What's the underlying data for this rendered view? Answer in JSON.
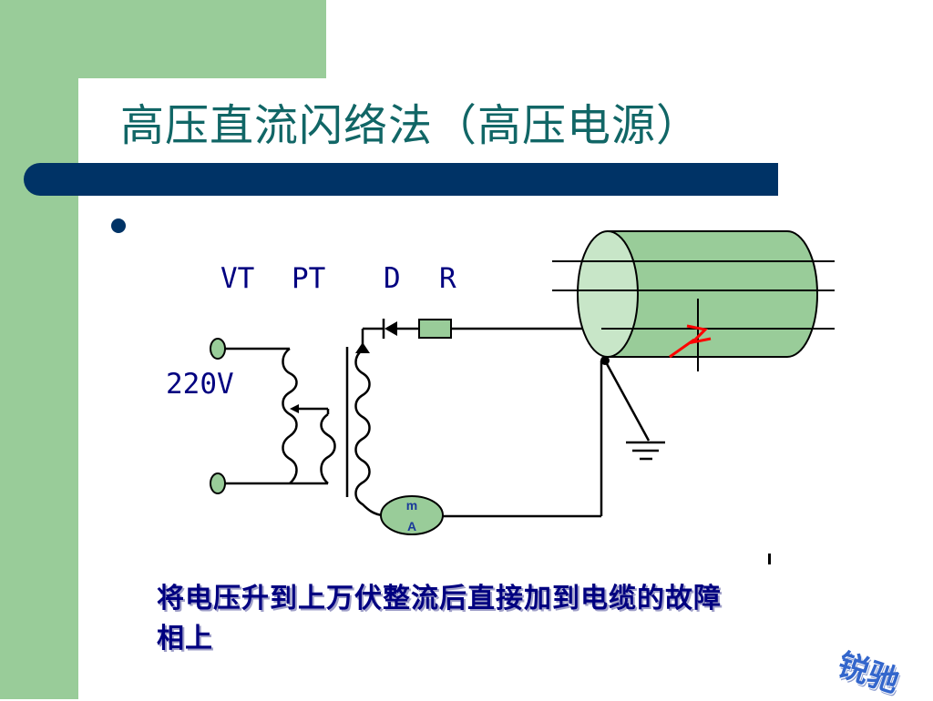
{
  "slide": {
    "title": "高压直流闪络法（高压电源）",
    "caption": "将电压升到上万伏整流后直接加到电缆的故障相上",
    "logo_text": "锐驰"
  },
  "diagram": {
    "labels": {
      "vt": "VT",
      "pt": "PT",
      "d": "D",
      "r": "R",
      "voltage": "220V",
      "meter_top": "m",
      "meter_bottom": "A"
    }
  },
  "colors": {
    "background_green": "#99cc99",
    "title": "#116666",
    "bar": "#003366",
    "text": "#000080",
    "cable_fill": "#99cc99",
    "fault": "#ff0000"
  }
}
